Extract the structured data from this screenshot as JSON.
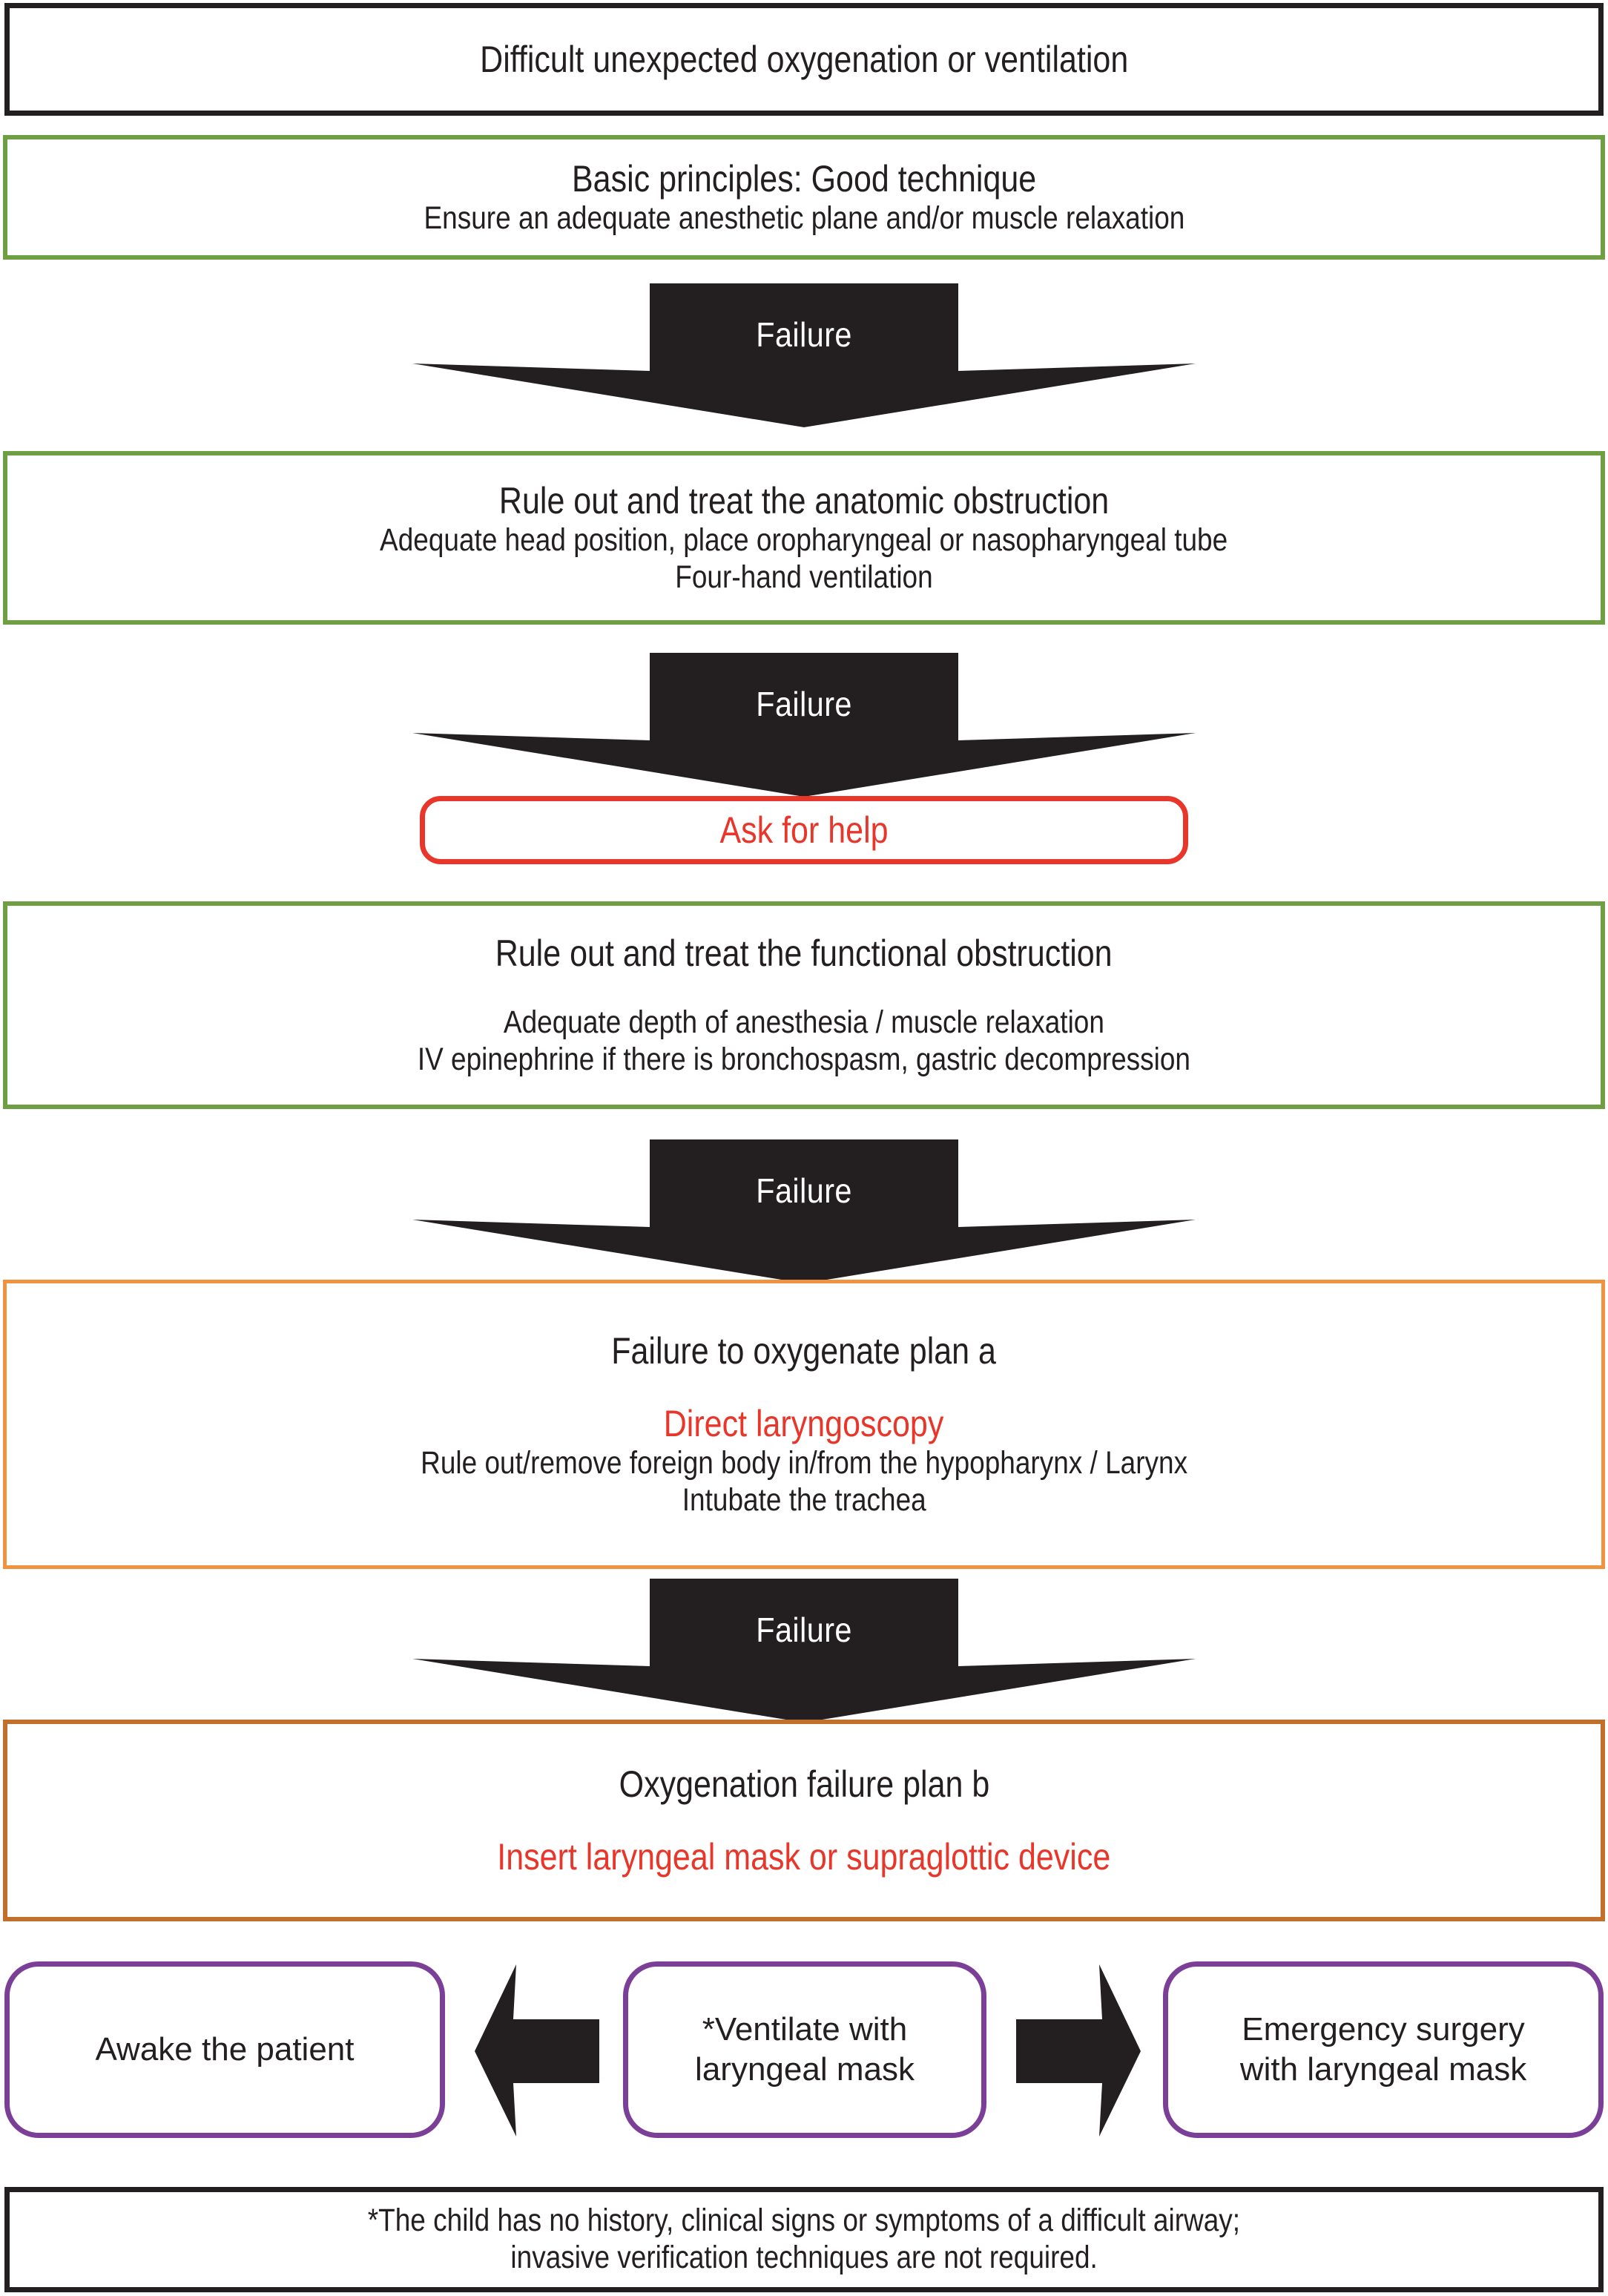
{
  "diagram": {
    "title": "Difficult unexpected oxygenation or ventilation",
    "footnote_line1": "*The child has no history, clinical signs or symptoms of a difficult airway;",
    "footnote_line2": "invasive verification techniques are not required."
  },
  "colors": {
    "black": "#231f20",
    "green": "#6ea043",
    "orange": "#ef9340",
    "dark_orange": "#c0702a",
    "red": "#e8362b",
    "purple": "#7b3f98",
    "arrow_fill": "#231f20",
    "arrow_label": "#ffffff"
  },
  "nodes": {
    "start": {
      "title": "Difficult unexpected oxygenation or ventilation",
      "border": "black"
    },
    "basic_principles": {
      "title": "Basic principles: Good technique",
      "body1": "Ensure an adequate anesthetic plane and/or muscle relaxation",
      "border": "green"
    },
    "anatomic_obstruction": {
      "title": "Rule out and treat the anatomic obstruction",
      "body1": "Adequate head position, place oropharyngeal or nasopharyngeal tube",
      "body2": "Four-hand ventilation",
      "border": "green"
    },
    "ask_for_help": {
      "title": "Ask for help",
      "border": "red",
      "text_color": "red"
    },
    "functional_obstruction": {
      "title": "Rule out and treat the functional obstruction",
      "body1": "Adequate depth of anesthesia / muscle relaxation",
      "body2": "IV epinephrine if there is bronchospasm, gastric decompression",
      "border": "green"
    },
    "plan_a": {
      "title": "Failure to oxygenate plan a",
      "highlight": "Direct laryngoscopy",
      "body1": "Rule out/remove foreign body in/from the hypopharynx / Larynx",
      "body2": "Intubate the trachea",
      "border": "orange"
    },
    "plan_b": {
      "title": "Oxygenation failure plan b",
      "highlight": "Insert laryngeal mask or supraglottic device",
      "border": "dark_orange"
    },
    "awake": {
      "line1": "Awake the patient",
      "border": "purple"
    },
    "ventilate": {
      "line1": "*Ventilate with",
      "line2": "laryngeal mask",
      "border": "purple"
    },
    "emergency": {
      "line1": "Emergency surgery",
      "line2": "with laryngeal mask",
      "border": "purple"
    },
    "footnote": {
      "line1": "*The child has no history, clinical signs or symptoms of a difficult airway;",
      "line2": "invasive verification techniques are not required.",
      "border": "black"
    }
  },
  "arrows": {
    "failure_1": {
      "label": "Failure",
      "direction": "down"
    },
    "failure_2": {
      "label": "Failure",
      "direction": "down"
    },
    "failure_3": {
      "label": "Failure",
      "direction": "down"
    },
    "failure_4": {
      "label": "Failure",
      "direction": "down"
    },
    "to_awake": {
      "label": "",
      "direction": "left"
    },
    "to_emergency": {
      "label": "",
      "direction": "right"
    }
  }
}
